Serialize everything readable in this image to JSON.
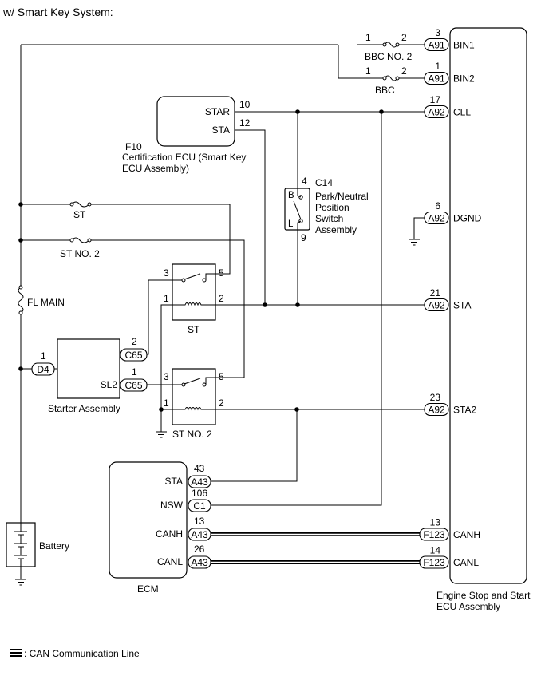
{
  "header": {
    "title": "w/ Smart Key System:"
  },
  "engine_ecu": {
    "name": "Engine Stop and Start\nECU Assembly",
    "pins": [
      {
        "pin": "3",
        "connector": "A91",
        "signal": "BIN1"
      },
      {
        "pin": "1",
        "connector": "A91",
        "signal": "BIN2"
      },
      {
        "pin": "17",
        "connector": "A92",
        "signal": "CLL"
      },
      {
        "pin": "6",
        "connector": "A92",
        "signal": "DGND"
      },
      {
        "pin": "21",
        "connector": "A92",
        "signal": "STA"
      },
      {
        "pin": "23",
        "connector": "A92",
        "signal": "STA2"
      },
      {
        "pin": "13",
        "connector": "F123",
        "signal": "CANH"
      },
      {
        "pin": "14",
        "connector": "F123",
        "signal": "CANL"
      }
    ]
  },
  "fuses": {
    "bbc_no2": {
      "name": "BBC NO. 2",
      "pin_a": "1",
      "pin_b": "2"
    },
    "bbc": {
      "name": "BBC",
      "pin_a": "1",
      "pin_b": "2"
    },
    "st": {
      "name": "ST"
    },
    "st_no2": {
      "name": "ST NO. 2"
    },
    "fl_main": {
      "name": "FL MAIN"
    }
  },
  "certification_ecu": {
    "code": "F10",
    "name": "Certification ECU (Smart Key\nECU Assembly)",
    "pins": [
      {
        "signal": "STAR",
        "pin": "10"
      },
      {
        "signal": "STA",
        "pin": "12"
      }
    ]
  },
  "park_neutral_switch": {
    "code": "C14",
    "name": "Park/Neutral\nPosition\nSwitch\nAssembly",
    "pin_top": "4",
    "pin_bottom": "9",
    "pos_b": "B",
    "pos_l": "L"
  },
  "relay_st": {
    "name": "ST",
    "pins": [
      "3",
      "5",
      "1",
      "2"
    ]
  },
  "relay_st_no2": {
    "name": "ST NO. 2",
    "pins": [
      "3",
      "5",
      "1",
      "2"
    ]
  },
  "starter": {
    "name": "Starter Assembly",
    "terminal": "SL2",
    "pin_top": {
      "pin": "2",
      "connector": "C65"
    },
    "pin_bottom": {
      "pin": "1",
      "connector": "C65"
    },
    "left_pin": {
      "pin": "1",
      "connector": "D4"
    }
  },
  "ecm": {
    "name": "ECM",
    "pins": [
      {
        "signal": "STA",
        "pin": "43",
        "connector": "A43"
      },
      {
        "signal": "NSW",
        "pin": "106",
        "connector": "C1"
      },
      {
        "signal": "CANH",
        "pin": "13",
        "connector": "A43"
      },
      {
        "signal": "CANL",
        "pin": "26",
        "connector": "A43"
      }
    ]
  },
  "battery": {
    "name": "Battery"
  },
  "legend": {
    "text": ": CAN Communication Line"
  }
}
